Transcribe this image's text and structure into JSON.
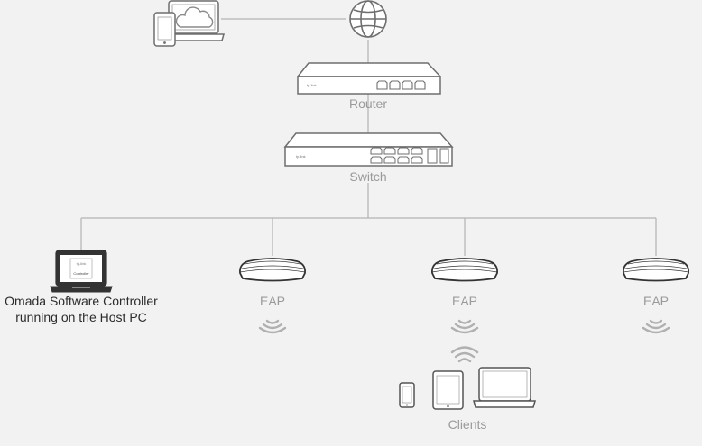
{
  "labels": {
    "router": "Router",
    "switch": "Switch",
    "controller_line1": "Omada Software Controller",
    "controller_line2": "running on the Host PC",
    "eap1": "EAP",
    "eap2": "EAP",
    "eap3": "EAP",
    "clients": "Clients"
  },
  "device_text": {
    "router_brand": "tp-link",
    "switch_brand": "tp-link",
    "controller_screen": "Controller",
    "controller_screen_brand": "tp-link"
  },
  "icons": {
    "cloud": "cloud-icon",
    "globe": "globe-icon",
    "wifi": "wifi-icon"
  },
  "colors": {
    "background": "#f2f2f2",
    "line": "#b4b4b4",
    "device_stroke": "#6e6e6e",
    "device_fill": "#ffffff",
    "laptop_dark": "#333333",
    "label_gray": "#9a9a9a",
    "label_dark": "#2b2b2b"
  }
}
